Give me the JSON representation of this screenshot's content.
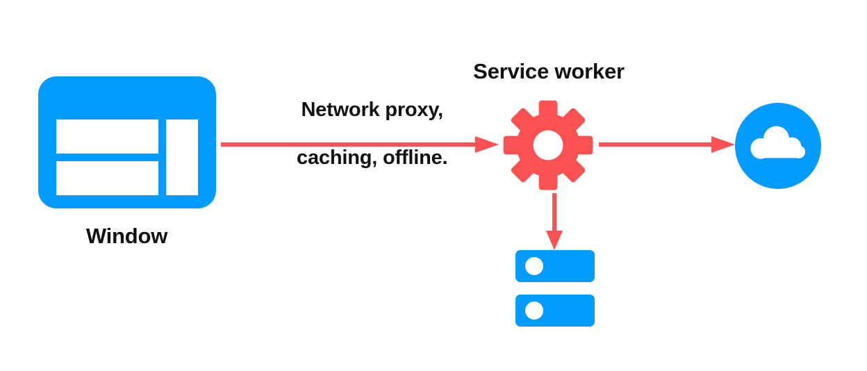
{
  "diagram": {
    "title": "Service worker network proxy diagram",
    "background": "#ffffff",
    "colors": {
      "blue": "#039bfc",
      "red": "#fa5252",
      "text": "#111111",
      "white": "#ffffff"
    },
    "nodes": {
      "window": {
        "label": "Window",
        "icon": "window-icon",
        "color": "#039bfc"
      },
      "service_worker": {
        "label": "Service worker",
        "icon": "gear-icon",
        "color": "#fa5252"
      },
      "network": {
        "label": "",
        "icon": "cloud-icon",
        "color": "#039bfc"
      },
      "storage": {
        "label": "",
        "icon": "storage-icon",
        "color": "#039bfc"
      }
    },
    "edges": [
      {
        "from": "window",
        "to": "service_worker",
        "caption_line_1": "Network proxy,",
        "caption_line_2": "caching, offline.",
        "color": "#fa5252",
        "direction": "right"
      },
      {
        "from": "service_worker",
        "to": "network",
        "caption_line_1": "",
        "caption_line_2": "",
        "color": "#fa5252",
        "direction": "right"
      },
      {
        "from": "service_worker",
        "to": "storage",
        "caption_line_1": "",
        "caption_line_2": "",
        "color": "#fa5252",
        "direction": "down"
      }
    ]
  }
}
